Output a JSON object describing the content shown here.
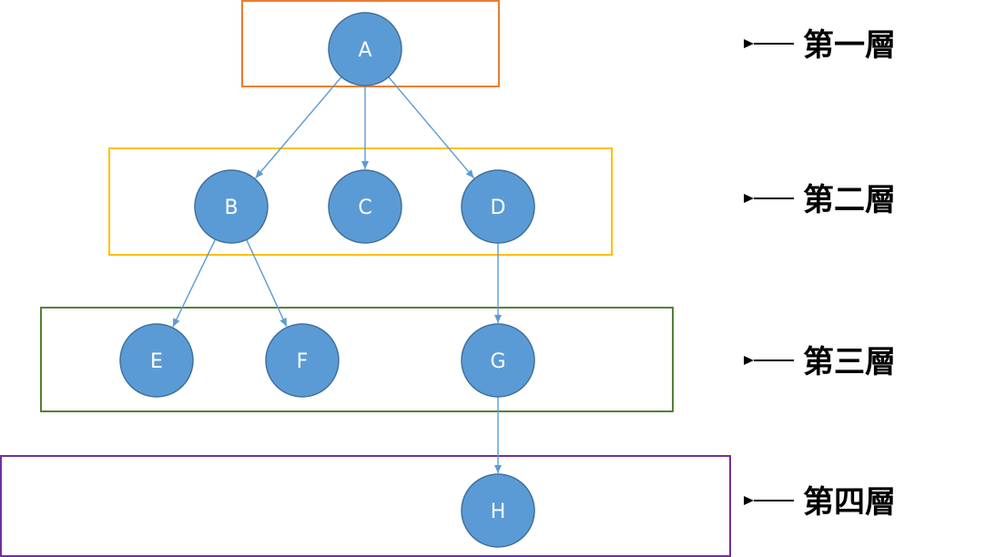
{
  "colors": {
    "node_fill": "#5b9bd5",
    "node_stroke": "#41719c",
    "edge": "#5b9bd5",
    "level_1_box": "#ed7d31",
    "level_2_box": "#ffc000",
    "level_3_box": "#548235",
    "level_4_box": "#7030a0",
    "pointer": "#000000"
  },
  "levels": [
    {
      "id": "level-1",
      "label": "第一層"
    },
    {
      "id": "level-2",
      "label": "第二層"
    },
    {
      "id": "level-3",
      "label": "第三層"
    },
    {
      "id": "level-4",
      "label": "第四層"
    }
  ],
  "nodes": [
    {
      "id": "A",
      "label": "A",
      "level": 1
    },
    {
      "id": "B",
      "label": "B",
      "level": 2
    },
    {
      "id": "C",
      "label": "C",
      "level": 2
    },
    {
      "id": "D",
      "label": "D",
      "level": 2
    },
    {
      "id": "E",
      "label": "E",
      "level": 3
    },
    {
      "id": "F",
      "label": "F",
      "level": 3
    },
    {
      "id": "G",
      "label": "G",
      "level": 3
    },
    {
      "id": "H",
      "label": "H",
      "level": 4
    }
  ],
  "edges": [
    {
      "from": "A",
      "to": "B"
    },
    {
      "from": "A",
      "to": "C"
    },
    {
      "from": "A",
      "to": "D"
    },
    {
      "from": "B",
      "to": "E"
    },
    {
      "from": "B",
      "to": "F"
    },
    {
      "from": "D",
      "to": "G"
    },
    {
      "from": "G",
      "to": "H"
    }
  ]
}
